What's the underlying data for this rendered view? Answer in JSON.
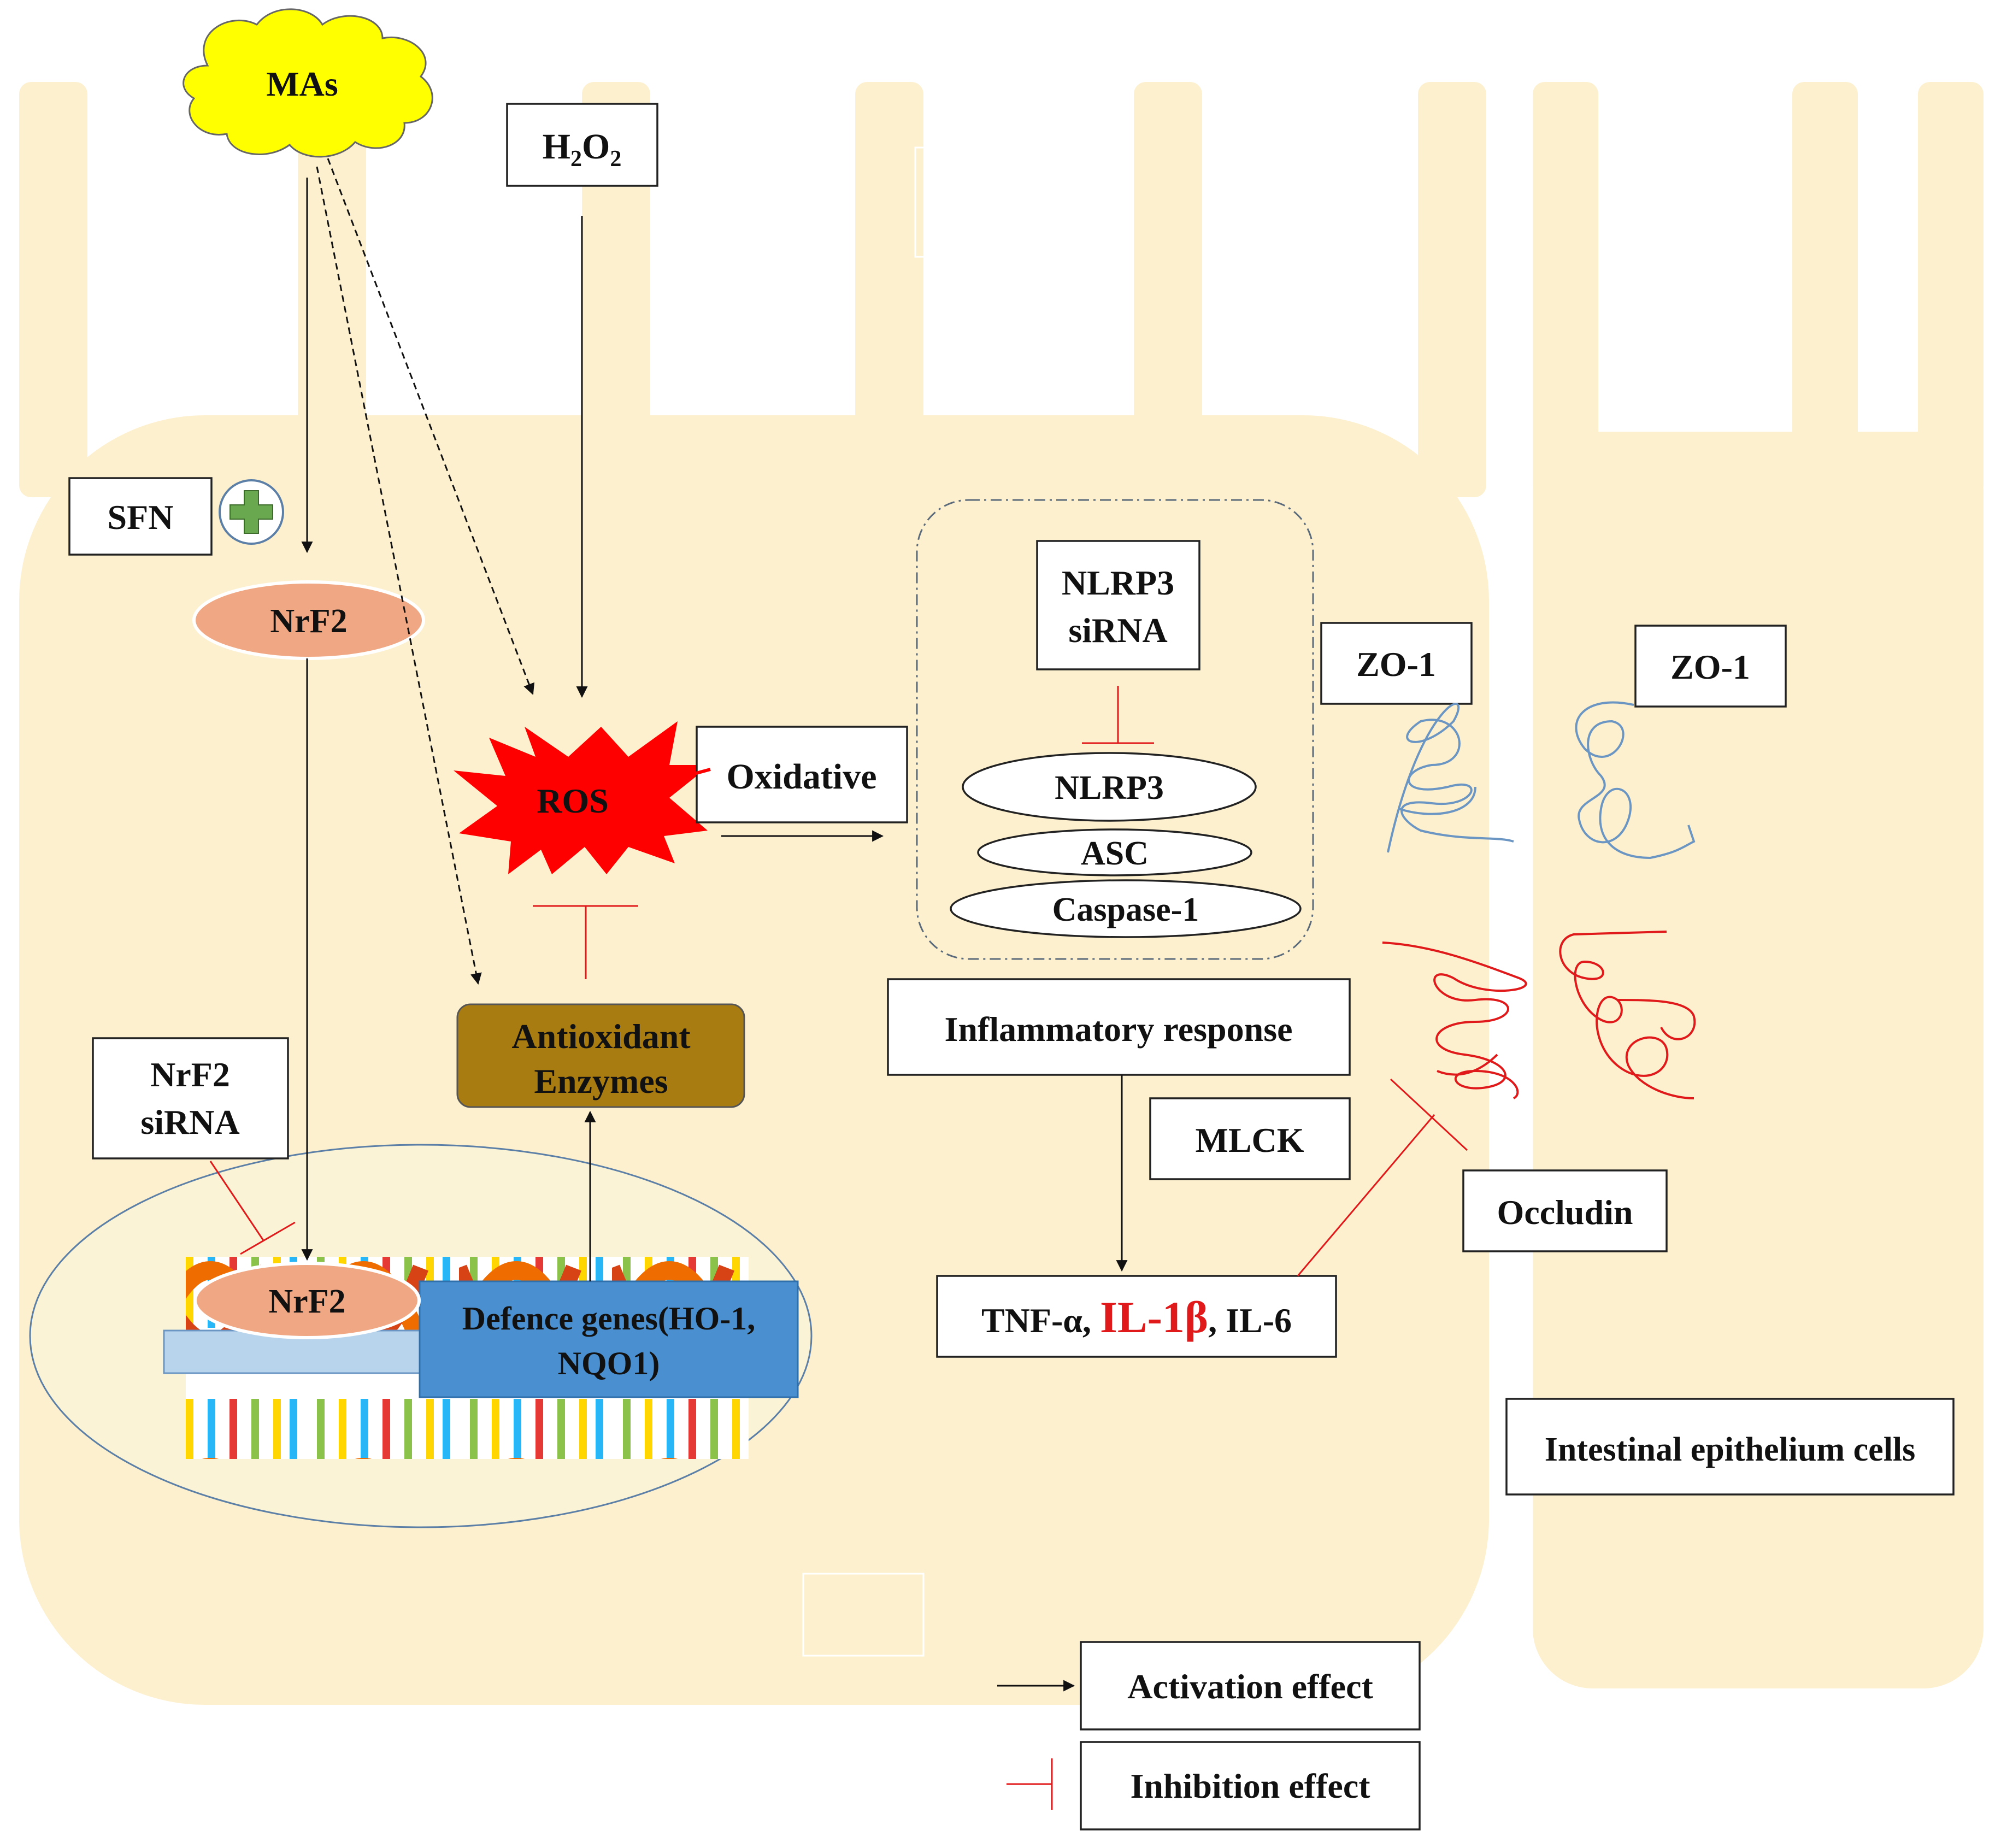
{
  "colors": {
    "cell_fill": "#fdf0ce",
    "mas_cloud": "#ffff00",
    "ros_star": "#ff0000",
    "nrf2_ellipse": "#f0a884",
    "antioxidant_box": "#a97c12",
    "defence_box": "#4a90d0",
    "nucleus_fill": "#faf3d6",
    "activation_arrow": "#111111",
    "inhibition_line": "#e0191b",
    "zo1_fibers": "#6b96c3",
    "occludin_fibers": "#e0191b",
    "il1b_highlight": "#e0191b"
  },
  "labels": {
    "mas": "MAs",
    "h2o2": "H2O2",
    "h2o2_main": "H",
    "h2o2_sub1": "2",
    "h2o2_mid": "O",
    "h2o2_sub2": "2",
    "sfn": "SFN",
    "plus_icon": "+",
    "nrf2_cytoplasm": "NrF2",
    "ros": "ROS",
    "oxidative": "Oxidative",
    "nlrp3_sirna_line1": "NLRP3",
    "nlrp3_sirna_line2": "siRNA",
    "nlrp3": "NLRP3",
    "asc": "ASC",
    "caspase1": "Caspase-1",
    "zo1_left": "ZO-1",
    "zo1_right": "ZO-1",
    "antioxidant_line1": "Antioxidant",
    "antioxidant_line2": "Enzymes",
    "nrf2_sirna_line1": "NrF2",
    "nrf2_sirna_line2": "siRNA",
    "nrf2_nucleus": "NrF2",
    "defence_line1": "Defence genes(HO-1,",
    "defence_line2": "NQO1)",
    "inflammatory": "Inflammatory response",
    "mlck": "MLCK",
    "occludin": "Occludin",
    "cytokine_tnf": "TNF-α,",
    "cytokine_il1b": "IL-1β",
    "cytokine_il6": ", IL-6",
    "intestinal": "Intestinal epithelium cells"
  },
  "legend": {
    "activation": "Activation effect",
    "inhibition": "Inhibition effect"
  }
}
